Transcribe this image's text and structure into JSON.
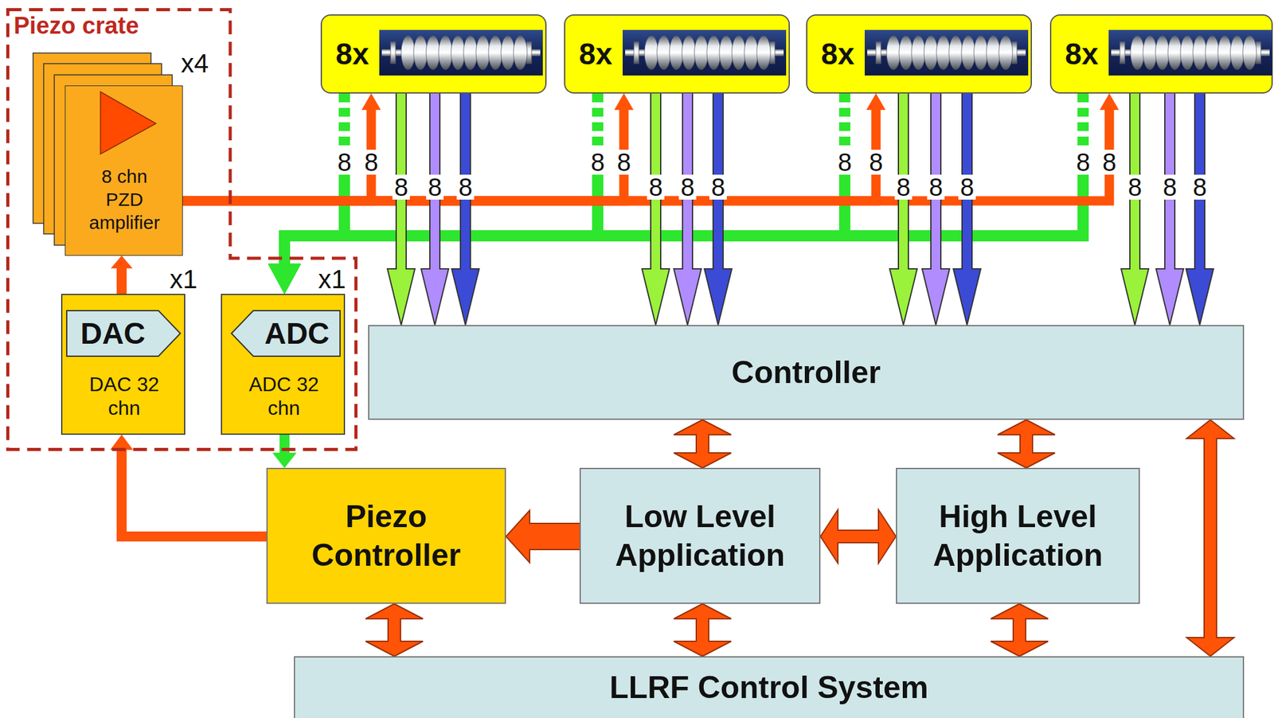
{
  "diagram": {
    "nodes": [
      {
        "text": [
          "Piezo crate"
        ]
      },
      {
        "text": [
          "8 chn PZD amplifier"
        ],
        "in": 0
      },
      {
        "text": [
          "DAC",
          "DAC 32 chn"
        ],
        "in": 0
      },
      {
        "text": [
          "ADC",
          "ADC 32 chn"
        ],
        "in": 0
      },
      {
        "text": [
          "8x"
        ]
      },
      {
        "text": [
          "8x"
        ]
      },
      {
        "text": [
          "8x"
        ]
      },
      {
        "text": [
          "8x"
        ]
      },
      {
        "text": [
          "Controller"
        ]
      },
      {
        "text": [
          "Piezo Controller"
        ]
      },
      {
        "text": [
          "Low Level Application"
        ]
      },
      {
        "text": [
          "High Level Application"
        ]
      },
      {
        "text": [
          "LLRF Control System"
        ]
      }
    ],
    "edges": [
      {
        "from": 1,
        "to": 4,
        "label": "8",
        "arrow": "to"
      },
      {
        "from": 4,
        "to": 3,
        "label": "8",
        "arrow": "to"
      },
      {
        "from": 4,
        "to": 8,
        "label": "8",
        "arrow": "to"
      },
      {
        "from": 4,
        "to": 8,
        "label": "8",
        "arrow": "to"
      },
      {
        "from": 4,
        "to": 8,
        "label": "8",
        "arrow": "to"
      },
      {
        "from": 1,
        "to": 5,
        "label": "8",
        "arrow": "to"
      },
      {
        "from": 5,
        "to": 3,
        "label": "8",
        "arrow": "to"
      },
      {
        "from": 5,
        "to": 8,
        "label": "8",
        "arrow": "to"
      },
      {
        "from": 5,
        "to": 8,
        "label": "8",
        "arrow": "to"
      },
      {
        "from": 5,
        "to": 8,
        "label": "8",
        "arrow": "to"
      },
      {
        "from": 1,
        "to": 6,
        "label": "8",
        "arrow": "to"
      },
      {
        "from": 6,
        "to": 3,
        "label": "8",
        "arrow": "to"
      },
      {
        "from": 6,
        "to": 8,
        "label": "8",
        "arrow": "to"
      },
      {
        "from": 6,
        "to": 8,
        "label": "8",
        "arrow": "to"
      },
      {
        "from": 6,
        "to": 8,
        "label": "8",
        "arrow": "to"
      },
      {
        "from": 1,
        "to": 7,
        "label": "8",
        "arrow": "to"
      },
      {
        "from": 7,
        "to": 3,
        "label": "8",
        "arrow": "to"
      },
      {
        "from": 7,
        "to": 8,
        "label": "8",
        "arrow": "to"
      },
      {
        "from": 7,
        "to": 8,
        "label": "8",
        "arrow": "to"
      },
      {
        "from": 7,
        "to": 8,
        "label": "8",
        "arrow": "to"
      },
      {
        "from": 9,
        "to": 2,
        "arrow": "to"
      },
      {
        "from": 2,
        "to": 1,
        "arrow": "to"
      },
      {
        "from": 3,
        "to": 9,
        "arrow": "to"
      },
      {
        "from": 8,
        "to": 10,
        "arrow": "both"
      },
      {
        "from": 8,
        "to": 11,
        "arrow": "both"
      },
      {
        "from": 8,
        "to": 12,
        "arrow": "both"
      },
      {
        "from": 10,
        "to": 11,
        "arrow": "both"
      },
      {
        "from": 10,
        "to": 9,
        "arrow": "to"
      },
      {
        "from": 9,
        "to": 12,
        "arrow": "both"
      },
      {
        "from": 10,
        "to": 12,
        "arrow": "both"
      },
      {
        "from": 11,
        "to": 12,
        "arrow": "both"
      }
    ],
    "labels": [
      "x4",
      "x1",
      "x1"
    ]
  }
}
